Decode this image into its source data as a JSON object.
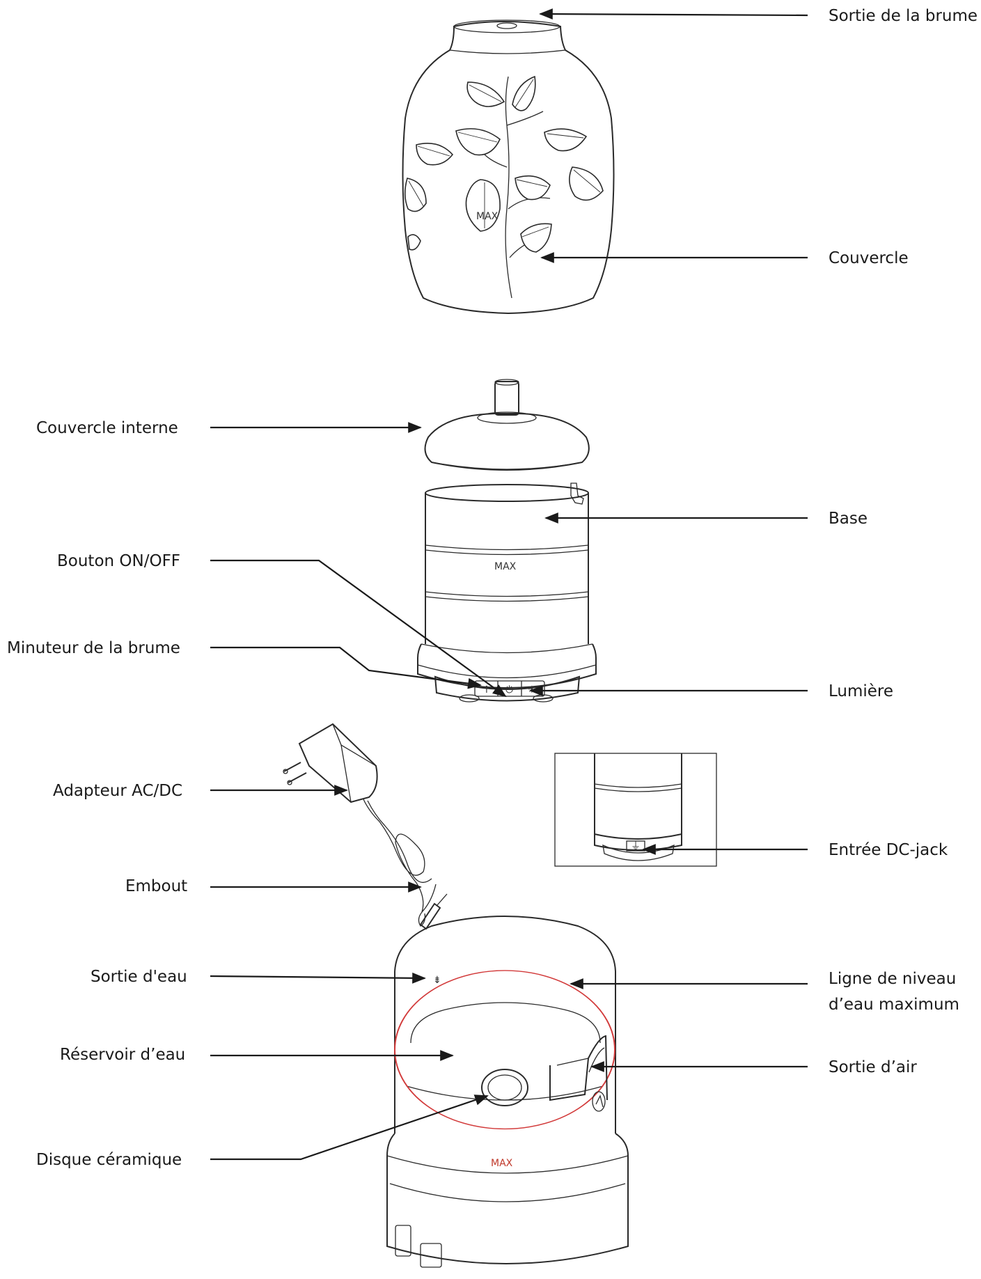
{
  "labels": {
    "mist_outlet": "Sortie de la brume",
    "cover": "Couvercle",
    "inner_cover": "Couvercle interne",
    "base": "Base",
    "on_off_button": "Bouton ON/OFF",
    "mist_timer": "Minuteur de la brume",
    "light": "Lumière",
    "adapter": "Adapteur AC/DC",
    "tip": "Embout",
    "dc_jack": "Entrée DC-jack",
    "water_outlet": "Sortie d'eau",
    "max_line_1": "Ligne de niveau",
    "max_line_2": "d’eau maximum",
    "water_tank": "Réservoir d’eau",
    "air_outlet": "Sortie d’air",
    "ceramic_disc": "Disque céramique"
  },
  "markings": {
    "base_max": "MAX",
    "tank_max": "MAX"
  },
  "colors": {
    "line": "#1a1a1a",
    "max_line": "#d23a3a"
  }
}
